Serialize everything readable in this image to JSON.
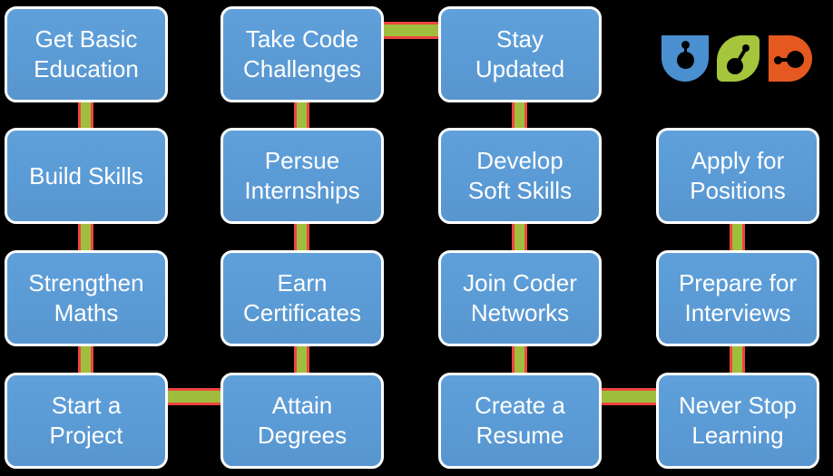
{
  "diagram": {
    "background_color": "#000000",
    "node_fill_color": "#5b9bd5",
    "node_border_color": "#ffffff",
    "connector_fill_color": "#9fbe3d",
    "connector_edge_color": "#ee4540",
    "nodes": [
      {
        "label": "Get Basic\nEducation"
      },
      {
        "label": "Build Skills"
      },
      {
        "label": "Strengthen\nMaths"
      },
      {
        "label": "Start a\nProject"
      },
      {
        "label": "Take Code\nChallenges"
      },
      {
        "label": "Persue\nInternships"
      },
      {
        "label": "Earn\nCertificates"
      },
      {
        "label": "Attain\nDegrees"
      },
      {
        "label": "Stay\nUpdated"
      },
      {
        "label": "Develop\nSoft Skills"
      },
      {
        "label": "Join Coder\nNetworks"
      },
      {
        "label": "Create a\nResume"
      },
      {
        "label": "Apply for\nPositions"
      },
      {
        "label": "Prepare for\nInterviews"
      },
      {
        "label": "Never Stop\nLearning"
      }
    ],
    "logo": {
      "shapes": [
        {
          "name": "u-shield",
          "color": "#4a8fd0"
        },
        {
          "name": "leaf",
          "color": "#a5c53d"
        },
        {
          "name": "d-shield",
          "color": "#e5581f"
        }
      ]
    }
  }
}
